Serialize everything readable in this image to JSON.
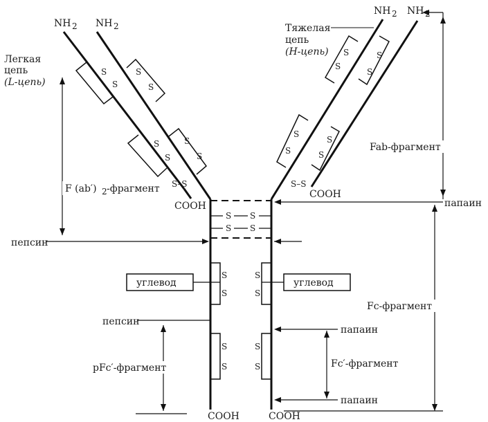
{
  "labels": {
    "nh2": "NH",
    "nh2_sub": "2",
    "light_chain_1": "Легкая",
    "light_chain_2": "цепь",
    "light_chain_3": "(L-цепь)",
    "heavy_chain_1": "Тяжелая",
    "heavy_chain_2": "цепь",
    "heavy_chain_3": "(H-цепь)",
    "ss": "S",
    "ss_pair": "S–S",
    "cooh": "COOH",
    "fab": "Fab-фрагмент",
    "fab2": "F (ab′)",
    "fab2_sub": "2",
    "fab2_suffix": " -фрагмент",
    "papain": "папаин",
    "pepsin": "пепсин",
    "carbohydrate": "углевод",
    "fc": "Fc-фрагмент",
    "fc_prime": "Fc′-фрагмент",
    "pfc_prime": "pFc′-фрагмент"
  }
}
